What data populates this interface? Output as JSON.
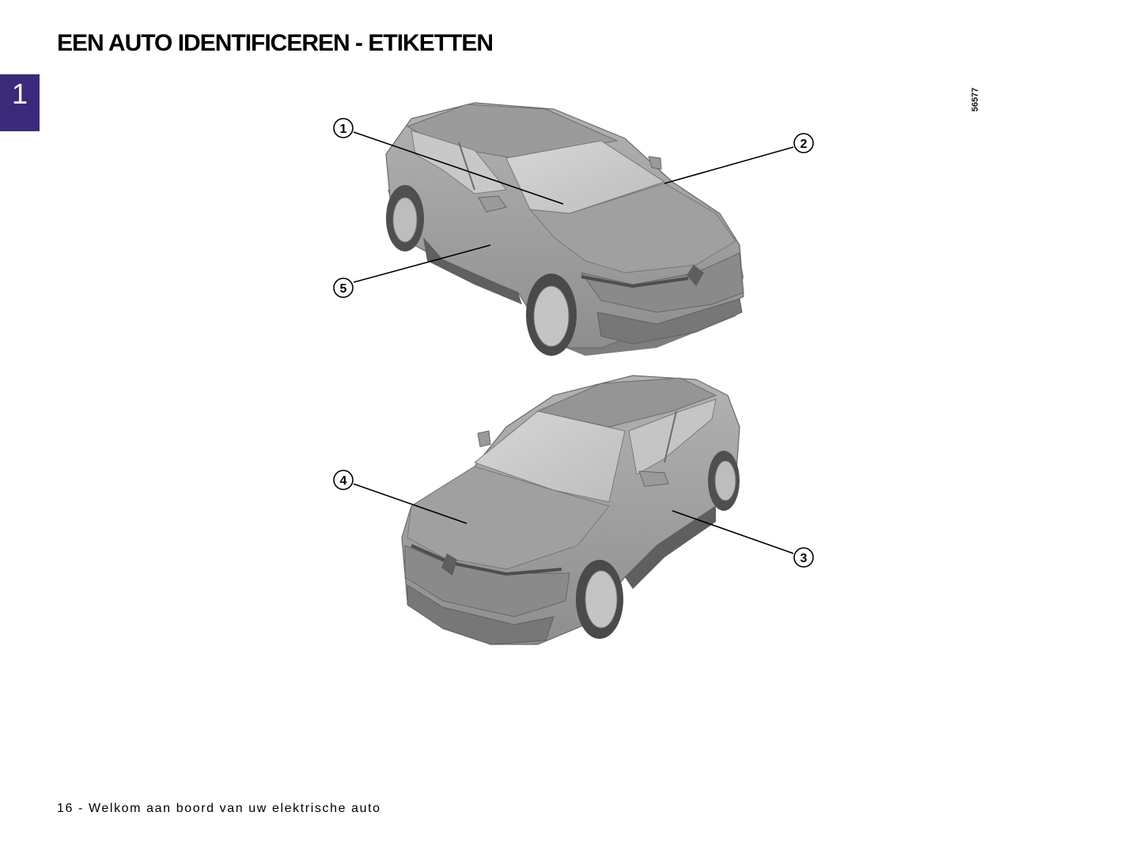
{
  "header": {
    "title": "EEN AUTO IDENTIFICEREN - ETIKETTEN"
  },
  "chapter_tab": {
    "number": "1",
    "color": "#3b2a7a"
  },
  "figure": {
    "id": "56577",
    "callouts": [
      "1",
      "2",
      "3",
      "4",
      "5"
    ],
    "car_body_color": "#a3a3a3"
  },
  "footer": {
    "text": "16 - Welkom aan boord van uw elektrische auto"
  }
}
